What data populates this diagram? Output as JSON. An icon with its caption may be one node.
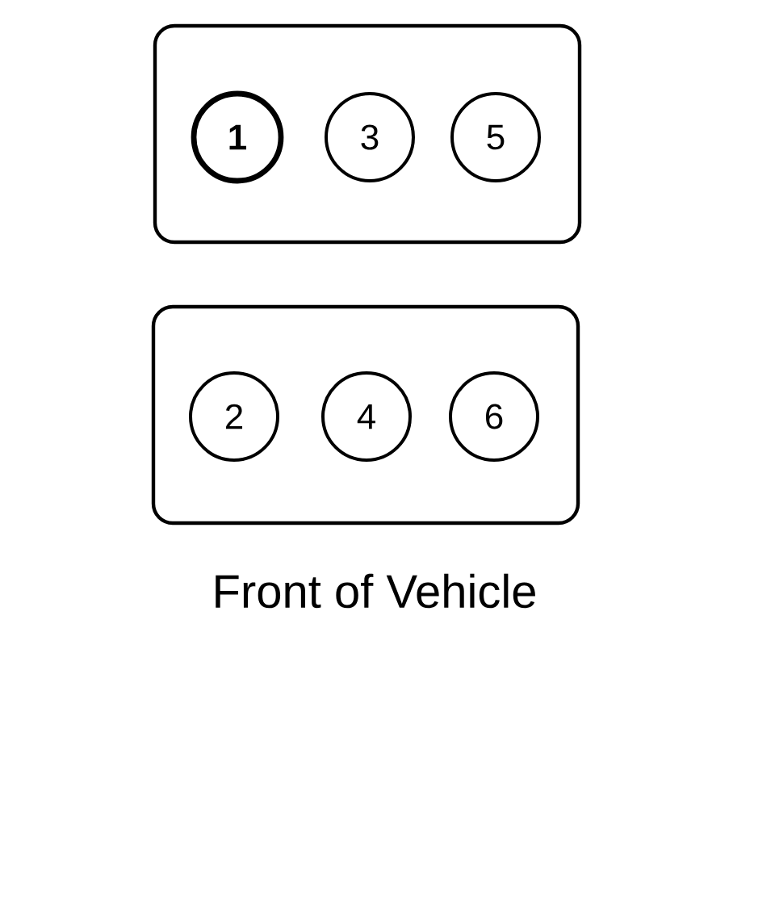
{
  "diagram": {
    "nodes": [
      {
        "text": [],
        "shape": "box"
      },
      {
        "text": [
          "1"
        ],
        "in": 0
      },
      {
        "text": [
          "3"
        ],
        "in": 0
      },
      {
        "text": [
          "5"
        ],
        "in": 0
      },
      {
        "text": [],
        "shape": "box"
      },
      {
        "text": [
          "2"
        ],
        "in": 4
      },
      {
        "text": [
          "4"
        ],
        "in": 4
      },
      {
        "text": [
          "6"
        ],
        "in": 4
      }
    ],
    "labels": [
      "Front of Vehicle"
    ]
  }
}
